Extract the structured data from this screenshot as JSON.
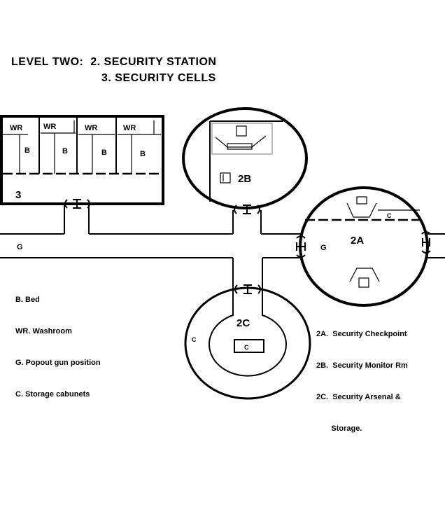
{
  "title": {
    "line1": "LEVEL TWO:  2. SECURITY STATION",
    "line2": "3. SECURITY CELLS"
  },
  "rooms": {
    "cells": "3",
    "monitor": "2B",
    "checkpoint": "2A",
    "arsenal": "2C"
  },
  "cell_labels": {
    "washroom": [
      "WR",
      "WR",
      "WR",
      "WR"
    ],
    "bed": [
      "B",
      "B",
      "B",
      "B"
    ]
  },
  "markers": {
    "gun_corridor": "G",
    "gun_2a": "G",
    "storage_2a": "C",
    "storage_2c_ring": "C",
    "storage_2c_center": "C"
  },
  "legend_left": [
    "B. Bed",
    "WR. Washroom",
    "G. Popout gun position",
    "C. Storage cabunets"
  ],
  "legend_right": [
    "2A.  Security Checkpoint",
    "2B.  Security Monitor Rm",
    "2C.  Security Arsenal &",
    "       Storage."
  ]
}
